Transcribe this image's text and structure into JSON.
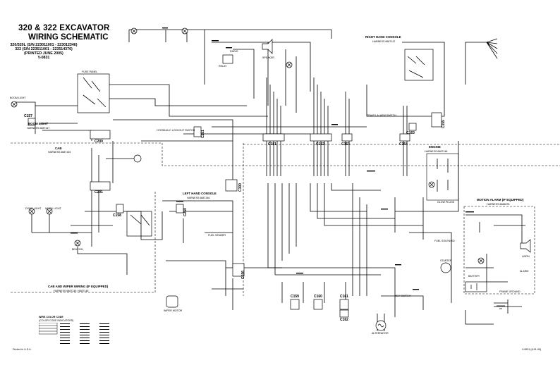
{
  "header": {
    "title_line1": "320 & 322 EXCAVATOR",
    "title_line2": "WIRING SCHEMATIC",
    "serial_line1": "320/320L (S/N 223011001 - 223012346)",
    "serial_line2": "322 (S/N 223511001 - 223514376)",
    "printed": "(PRINTED JUNE 2005)",
    "doc_code": "V-0831"
  },
  "connectors": {
    "c200": "C200",
    "c201": "C201",
    "c151": "C151",
    "c152": "C152",
    "c153": "C153",
    "c154": "C154",
    "c155": "C155",
    "c156": "C156",
    "c157": "C157",
    "c158": "C158",
    "c159": "C159",
    "c160": "C160",
    "c161": "C161",
    "c162": "C162",
    "c163": "C163",
    "c250": "C250",
    "c251": "C251",
    "c300": "C300"
  },
  "sections": {
    "right_hand_console": "RIGHT HAND CONSOLE",
    "right_hand_console_sub": "HARNESS 6687147",
    "boom_light": "BOOM LIGHT",
    "boom_light_sub": "HARNESS 6687147",
    "cab": "CAB",
    "cab_sub": "HARNESS 6687145",
    "left_hand_console": "LEFT HAND CONSOLE",
    "left_hand_console_sub": "HARNESS 6687146",
    "engine": "ENGINE",
    "engine_sub": "HARNESS 6687148",
    "motion_alarm": "MOTION ALARM (IF EQUIPPED)",
    "motion_alarm_sub": "HARNESS 6686878",
    "cab_wiper": "CAB AND WIPER WIRING (IF EQUIPPED)",
    "cab_wiper_sub": "HARNESS 6687145 / 6687146"
  },
  "components": {
    "horn": "HORN",
    "alternator": "ALTERNATOR",
    "battery": "BATTERY",
    "starter": "STARTER",
    "alarm": "ALARM",
    "beacon": "BEACON",
    "radio": "RADIO",
    "speaker": "SPEAKER",
    "wiper_motor": "WIPER MOTOR",
    "fuse_panel": "FUSE PANEL",
    "work_light": "WORK LIGHT",
    "boom_light": "BOOM LIGHT",
    "dome_light": "DOME LIGHT",
    "key_switch": "KEY SWITCH",
    "fuel_solenoid": "FUEL SOLENOID",
    "fuel_sender": "FUEL SENDER",
    "travel_alarm_switch": "TRAVEL ALARM SWITCH",
    "relay": "RELAY",
    "frame_ground": "FRAME GROUND",
    "glow_plugs": "GLOW PLUGS",
    "hydraulic_lockout": "HYDRAULIC LOCKOUT SWITCH"
  },
  "footer": {
    "legend_title": "WIRE COLOR CODE",
    "legend_sub": "(COLOR CODE INDICATORS)",
    "printed_in": "Printed in U.S.A.",
    "page_code": "V-0831 (8-01-05)"
  },
  "colors": {
    "line": "#000000",
    "background": "#ffffff"
  }
}
